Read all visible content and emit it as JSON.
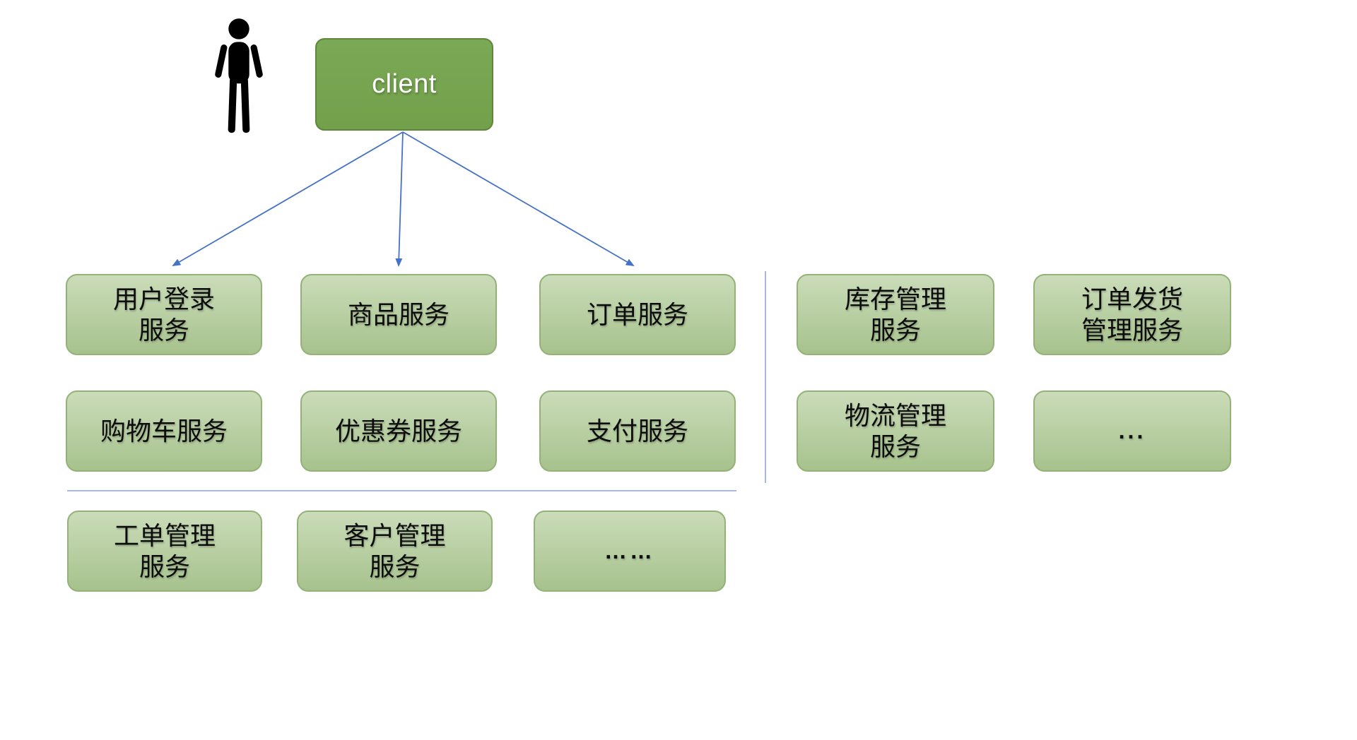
{
  "client": {
    "label": "client"
  },
  "services": {
    "row1": [
      {
        "label": "用户登录\n服务"
      },
      {
        "label": "商品服务"
      },
      {
        "label": "订单服务"
      },
      {
        "label": "库存管理\n服务"
      },
      {
        "label": "订单发货\n管理服务"
      }
    ],
    "row2": [
      {
        "label": "购物车服务"
      },
      {
        "label": "优惠券服务"
      },
      {
        "label": "支付服务"
      },
      {
        "label": "物流管理\n服务"
      },
      {
        "label": "..."
      }
    ],
    "row3": [
      {
        "label": "工单管理\n服务"
      },
      {
        "label": "客户管理\n服务"
      },
      {
        "label": "……"
      }
    ]
  },
  "icons": {
    "person": "person-icon"
  },
  "colors": {
    "client_fill": "#76a450",
    "client_border": "#5d883c",
    "service_fill_top": "#cadcb9",
    "service_fill_bottom": "#a7c28d",
    "service_border": "#94b277",
    "arrow": "#4472c4",
    "divider": "#a9b9dc",
    "person": "#000000",
    "background": "#ffffff"
  }
}
